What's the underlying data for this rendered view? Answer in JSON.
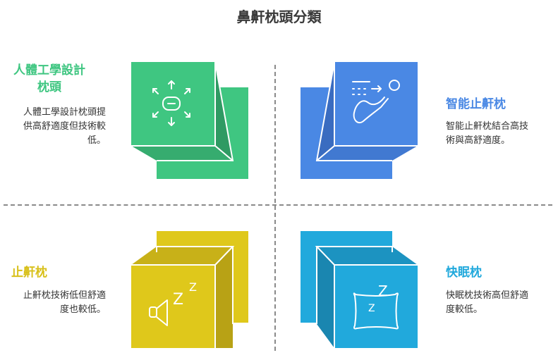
{
  "title": "鼻鼾枕頭分類",
  "colors": {
    "green": "#3fc681",
    "blue": "#4a88e4",
    "yellow": "#dfc81b",
    "cyan": "#21a9dc"
  },
  "quadrants": {
    "top_left": {
      "heading_line1": "人體工學設計",
      "heading_line2": "枕頭",
      "desc_line1": "人體工學設計枕頭提",
      "desc_line2": "供高舒適度但技術較",
      "desc_line3": "低。",
      "icon": "vr-headset-icon"
    },
    "top_right": {
      "heading": "智能止鼾枕",
      "desc_line1": "智能止鼾枕結合高技",
      "desc_line2": "術與高舒適度。",
      "icon": "reclining-person-icon"
    },
    "bottom_left": {
      "heading": "止鼾枕",
      "desc_line1": "止鼾枕技術低但舒適",
      "desc_line2": "度也較低。",
      "icon": "snore-sound-icon",
      "glyphs": [
        "Z",
        "Z"
      ]
    },
    "bottom_right": {
      "heading": "快眠枕",
      "desc_line1": "快眠枕技術高但舒適",
      "desc_line2": "度較低。",
      "icon": "pillow-sleep-icon",
      "glyphs": [
        "Z",
        "Z"
      ]
    }
  }
}
